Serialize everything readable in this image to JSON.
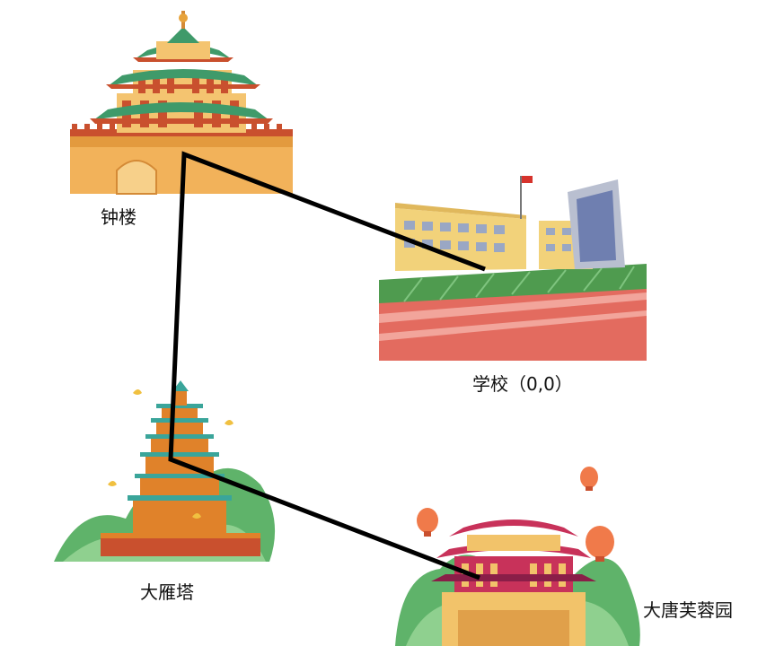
{
  "locations": {
    "bell_tower": {
      "label": "钟楼"
    },
    "school": {
      "label": "学校（0,0）"
    },
    "big_goose_pagoda": {
      "label": "大雁塔"
    },
    "tang_paradise": {
      "label": "大唐芙蓉园"
    }
  },
  "route": {
    "stops": [
      "school",
      "bell_tower",
      "big_goose_pagoda",
      "tang_paradise"
    ],
    "color": "#000000"
  },
  "colors": {
    "tower_wall": "#f2b25a",
    "tower_roof": "#3f9a6a",
    "school_field": "#4f9b4f",
    "school_track": "#e36b5f",
    "pagoda_body": "#e0822a",
    "mountain": "#5fb36a",
    "palace_roof": "#c8325a",
    "lantern": "#f07a4a"
  }
}
